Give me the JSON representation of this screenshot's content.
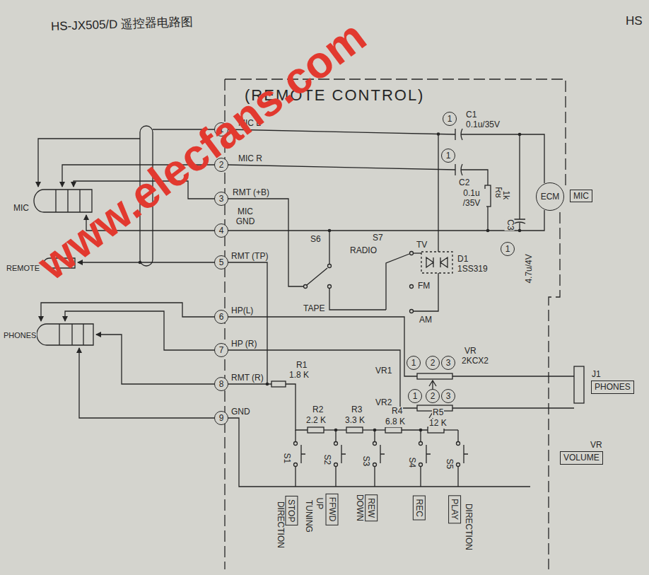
{
  "diagram": {
    "title": "HS-JX505/D 遥控器电路图",
    "nodes": [
      {
        "text": [
          "1"
        ]
      },
      {
        "text": [
          "2"
        ]
      },
      {
        "text": [
          "3"
        ]
      },
      {
        "text": [
          "4"
        ]
      },
      {
        "text": [
          "5"
        ]
      },
      {
        "text": [
          "6"
        ]
      },
      {
        "text": [
          "7"
        ]
      },
      {
        "text": [
          "8"
        ]
      },
      {
        "text": [
          "9"
        ]
      },
      {
        "text": [
          "1"
        ]
      },
      {
        "text": [
          "1"
        ]
      },
      {
        "text": [
          "1"
        ]
      },
      {
        "text": [
          "1"
        ]
      },
      {
        "text": [
          "2"
        ]
      },
      {
        "text": [
          "3"
        ]
      },
      {
        "text": [
          "1"
        ]
      },
      {
        "text": [
          "2"
        ]
      },
      {
        "text": [
          "3"
        ]
      },
      {
        "text": [
          "ECM"
        ]
      },
      {
        "text": [
          "MIC"
        ]
      },
      {
        "text": [
          "J1",
          "PHONES"
        ]
      },
      {
        "text": [
          "VR",
          "VOLUME"
        ]
      },
      {
        "text": [
          "STOP"
        ]
      },
      {
        "text": [
          "FFWD"
        ]
      },
      {
        "text": [
          "REW"
        ]
      },
      {
        "text": [
          "REC"
        ]
      },
      {
        "text": [
          "PLAY"
        ]
      }
    ],
    "labels": [
      "HS",
      "(REMOTE CONTROL)",
      "MIC L",
      "MIC R",
      "RMT (+B)",
      "MIC GND",
      "RMT (TP)",
      "HP(L)",
      "HP (R)",
      "RMT (R)",
      "GND",
      "C1",
      "0.1u/35V",
      "C2",
      "0.1u /35V",
      "R8",
      "1k",
      "C3",
      "4.7u/4V",
      "D1",
      "1SS319",
      "S6",
      "S7",
      "RADIO",
      "TV",
      "FM",
      "AM",
      "TAPE",
      "VR",
      "2KCX2",
      "VR1",
      "VR2",
      "R1",
      "1.8 K",
      "R2",
      "2.2 K",
      "R3",
      "3.3 K",
      "R4",
      "6.8 K",
      "R5",
      "12 K",
      "S1",
      "S2",
      "S3",
      "S4",
      "S5",
      "DIRECTION",
      "TUNING",
      "UP",
      "DOWN",
      "DIRECTION",
      "MIC",
      "REMOTE",
      "PHONES",
      "www.elecfans.com"
    ]
  }
}
